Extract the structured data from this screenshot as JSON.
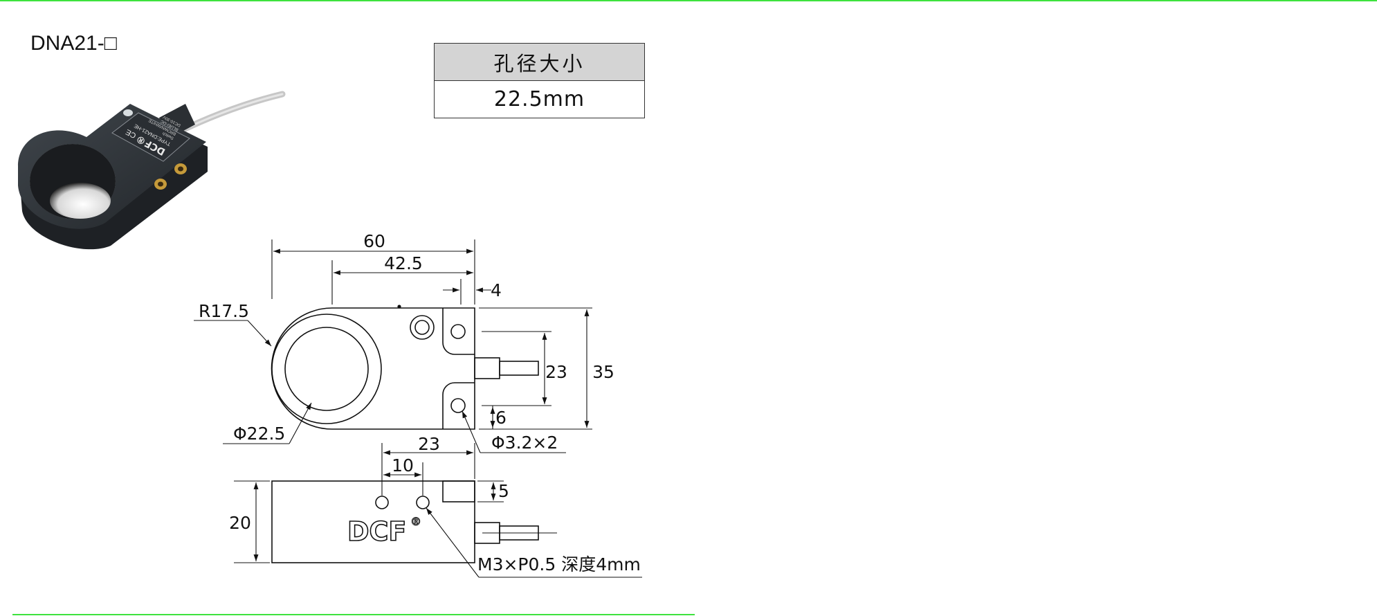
{
  "model": "DNA21-□",
  "spec_table": {
    "header": "孔径大小",
    "value": "22.5mm"
  },
  "sensor_label": {
    "brand": "DCF®",
    "ce": "CE",
    "type": "TYPE:DNA21-HE",
    "lines": [
      "Switch",
      "BROWN/WHITE",
      "BLUE/-DC",
      "DC10-30V"
    ]
  },
  "drawing": {
    "dim_60": "60",
    "dim_42_5": "42.5",
    "dim_4": "4",
    "radius": "R17.5",
    "dim_23_v": "23",
    "dim_35": "35",
    "dim_6": "6",
    "hole_dia": "Φ22.5",
    "mount_holes": "Φ3.2×2",
    "dim_23_h": "23",
    "dim_10": "10",
    "dim_5": "5",
    "dim_20": "20",
    "brand": "DCF",
    "reg": "®",
    "thread": "M3×P0.5 深度4mm"
  },
  "colors": {
    "accent_rule": "#3ee23e",
    "table_header_bg": "#d4d4d4",
    "sensor_body": "#2f3338"
  }
}
